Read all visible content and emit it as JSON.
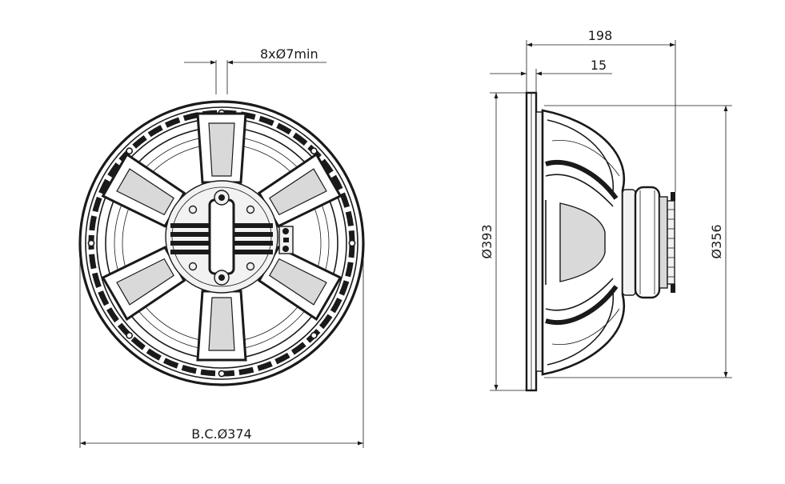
{
  "drawing": {
    "front_view": {
      "hole_callout": "8xØ7min",
      "bolt_circle": "B.C.Ø374"
    },
    "side_view": {
      "depth_total": "198",
      "flange_thickness": "15",
      "outer_diameter": "Ø393",
      "baffle_diameter": "Ø356"
    },
    "colors": {
      "line": "#1a1a1a",
      "background": "#ffffff",
      "shade": "#d9d9d9"
    }
  }
}
